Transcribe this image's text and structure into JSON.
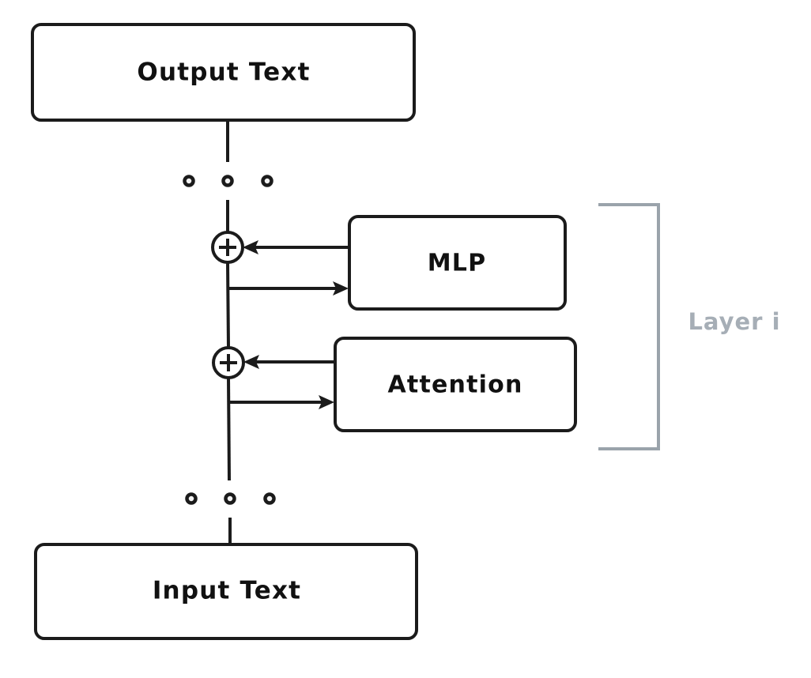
{
  "diagram": {
    "title": "Transformer residual stream block diagram",
    "background_color": "#ffffff",
    "stroke_color": "#1b1b1b",
    "muted_color": "#a6aeb6",
    "nodes": {
      "output_text": {
        "label": "Output Text"
      },
      "input_text": {
        "label": "Input Text"
      },
      "mlp": {
        "label": "MLP"
      },
      "attention": {
        "label": "Attention"
      }
    },
    "operators": {
      "residual_add_top": {
        "label": "+"
      },
      "residual_add_bottom": {
        "label": "+"
      }
    },
    "annotations": {
      "layer_bracket": {
        "label": "Layer i"
      }
    },
    "ellipsis": {
      "top": {
        "dots": 3
      },
      "bottom": {
        "dots": 3
      }
    }
  }
}
